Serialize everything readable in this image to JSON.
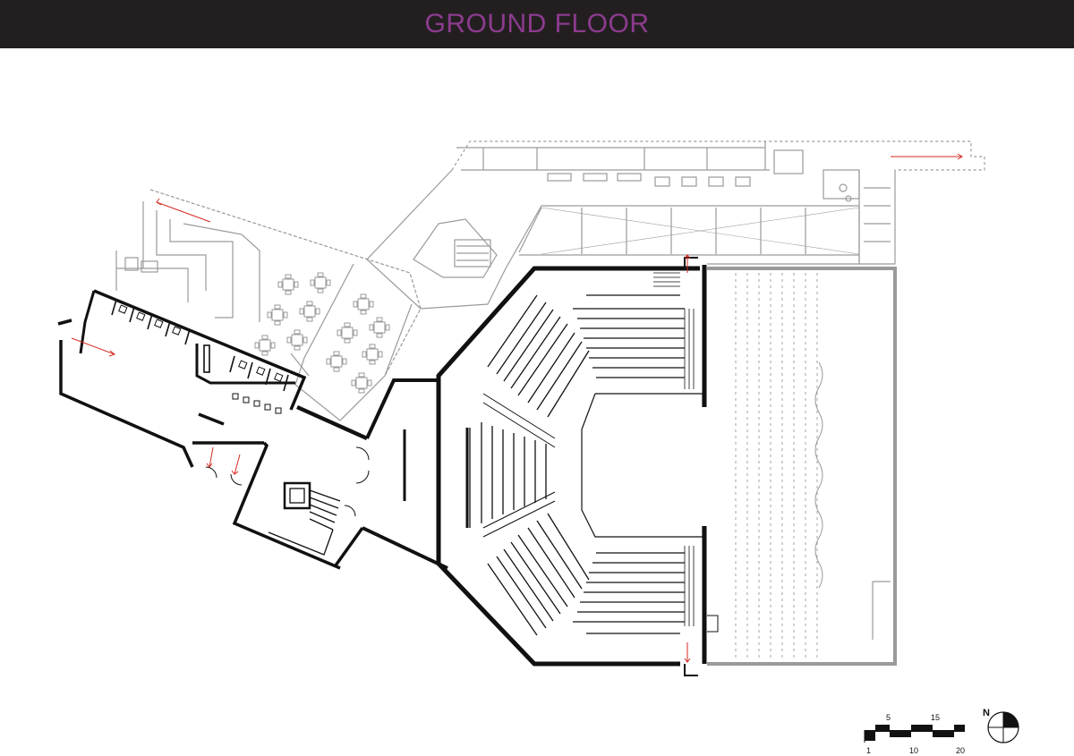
{
  "header": {
    "title": "GROUND FLOOR"
  },
  "colors": {
    "header_bg": "#231f20",
    "title": "#8c3b8e",
    "wall": "#111111",
    "light_line": "#9a9a9a",
    "exit_arrow": "#d4291f"
  },
  "scale_bar": {
    "top_labels": [
      "5",
      "15"
    ],
    "bottom_labels": [
      "1",
      "10",
      "20"
    ]
  },
  "north_arrow": {
    "label": "N"
  }
}
